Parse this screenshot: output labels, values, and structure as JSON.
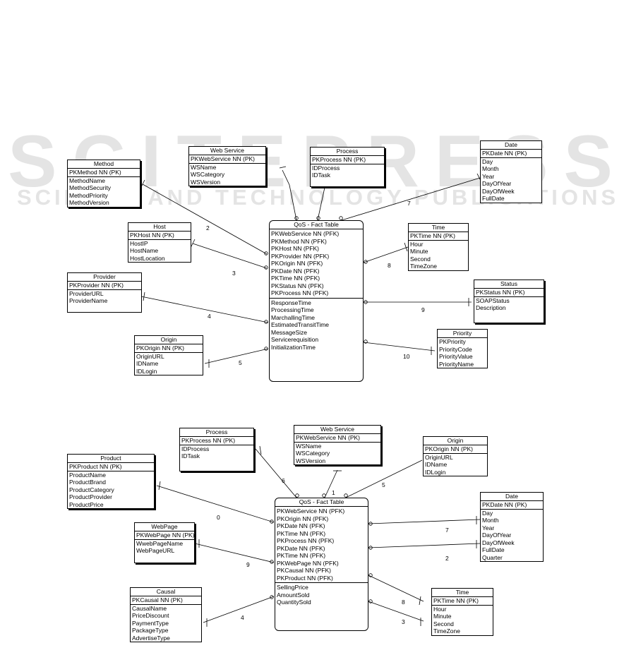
{
  "watermark": {
    "big": "SCITEPRESS",
    "small": "SCIENCE AND TECHNOLOGY PUBLICATIONS"
  },
  "diagram1": {
    "fact": {
      "title": "QoS - Fact Table",
      "pks": [
        "PKWebService NN (PFK)",
        "PKMethod NN (PFK)",
        "PKHost NN (PFK)",
        "PKProvider NN (PFK)",
        "PKOrigin NN (PFK)",
        "PKDate NN (PFK)",
        "PKTime NN (PFK)",
        "PKStatus NN (PFK)",
        "PKProcess NN (PFK)"
      ],
      "measures": [
        "ResponseTime",
        "ProcessingTime",
        "MarchallingTime",
        "EstimatedTransitTime",
        "MessageSize",
        "Servicerequisition",
        "InitializationTime"
      ]
    },
    "webservice": {
      "title": "Web Service",
      "pk": "PKWebService NN (PK)",
      "attrs": [
        "WSName",
        "WSCategory",
        "WSVersion"
      ]
    },
    "process": {
      "title": "Process",
      "pk": "PKProcess NN (PK)",
      "attrs": [
        "IDProcess",
        "IDTask"
      ]
    },
    "date": {
      "title": "Date",
      "pk": "PKDate NN (PK)",
      "attrs": [
        "Day",
        "Month",
        "Year",
        "DayOfYear",
        "DayOfWeek",
        "FullDate"
      ]
    },
    "method": {
      "title": "Method",
      "pk": "PKMethod NN (PK)",
      "attrs": [
        "MethodName",
        "MethodSecurity",
        "MethodPriority",
        "MethodVersion"
      ]
    },
    "host": {
      "title": "Host",
      "pk": "PKHost NN (PK)",
      "attrs": [
        "HostIP",
        "HostName",
        "HostLocation"
      ]
    },
    "provider": {
      "title": "Provider",
      "pk": "PKProvider NN (PK)",
      "attrs": [
        "ProviderURL",
        "ProviderName"
      ]
    },
    "origin": {
      "title": "Origin",
      "pk": "PKOrigin NN (PK)",
      "attrs": [
        "OriginURL",
        "IDName",
        "IDLogin"
      ]
    },
    "time": {
      "title": "Time",
      "pk": "PKTime NN (PK)",
      "attrs": [
        "Hour",
        "Minute",
        "Second",
        "TimeZone"
      ]
    },
    "status": {
      "title": "Status",
      "pk": "PKStatus NN (PK)",
      "attrs": [
        "SOAPStatus",
        "Description"
      ]
    },
    "priority": {
      "title": "Priority",
      "pk": "PKPriority",
      "attrs": [
        "PriorityCode",
        "PriorityValue",
        "PriorityName"
      ]
    },
    "labels": {
      "l2": "2",
      "l3": "3",
      "l4": "4",
      "l5": "5",
      "l7": "7",
      "l8": "8",
      "l9": "9",
      "l10": "10"
    }
  },
  "diagram2": {
    "fact": {
      "title": "QoS - Fact Table",
      "pks": [
        "PKWebService NN (PFK)",
        "PKOrigin NN (PFK)",
        "PKDate NN (PFK)",
        "PKTime NN (PFK)",
        "PKProcess NN (PFK)",
        "PKDate NN (PFK)",
        "PKTime NN (PFK)",
        "PKWebPage NN (PFK)",
        "PKCausal NN (PFK)",
        "PKProduct NN (PFK)"
      ],
      "measures": [
        "SellingPrice",
        "AmountSold",
        "QuantitySold"
      ]
    },
    "process": {
      "title": "Process",
      "pk": "PKProcess NN (PK)",
      "attrs": [
        "IDProcess",
        "IDTask"
      ]
    },
    "webservice": {
      "title": "Web Service",
      "pk": "PKWebService NN (PK)",
      "attrs": [
        "WSName",
        "WSCategory",
        "WSVersion"
      ]
    },
    "origin": {
      "title": "Origin",
      "pk": "PKOrigin NN (PK)",
      "attrs": [
        "OriginURL",
        "IDName",
        "IDLogin"
      ]
    },
    "product": {
      "title": "Product",
      "pk": "PKProduct NN (PK)",
      "attrs": [
        "ProductName",
        "ProductBrand",
        "ProductCategory",
        "ProductProvider",
        "ProductPrice"
      ]
    },
    "webpage": {
      "title": "WebPage",
      "pk": "PKWebPage NN (PK)",
      "attrs": [
        "WwebPageName",
        "WebPageURL"
      ]
    },
    "causal": {
      "title": "Causal",
      "pk": "PKCausal NN (PK)",
      "attrs": [
        "CausalName",
        "PriceDiscount",
        "PaymentType",
        "PackageType",
        "AdvertiseType"
      ]
    },
    "date": {
      "title": "Date",
      "pk": "PKDate NN (PK)",
      "attrs": [
        "Day",
        "Month",
        "Year",
        "DayOfYear",
        "DayOfWeek",
        "FullDate",
        "Quarter"
      ]
    },
    "time": {
      "title": "Time",
      "pk": "PKTime NN (PK)",
      "attrs": [
        "Hour",
        "Minute",
        "Second",
        "TimeZone"
      ]
    },
    "labels": {
      "l0": "0",
      "l1": "1",
      "l2": "2",
      "l3": "3",
      "l4": "4",
      "l5": "5",
      "l6": "6",
      "l7": "7",
      "l8": "8",
      "l9": "9"
    }
  }
}
